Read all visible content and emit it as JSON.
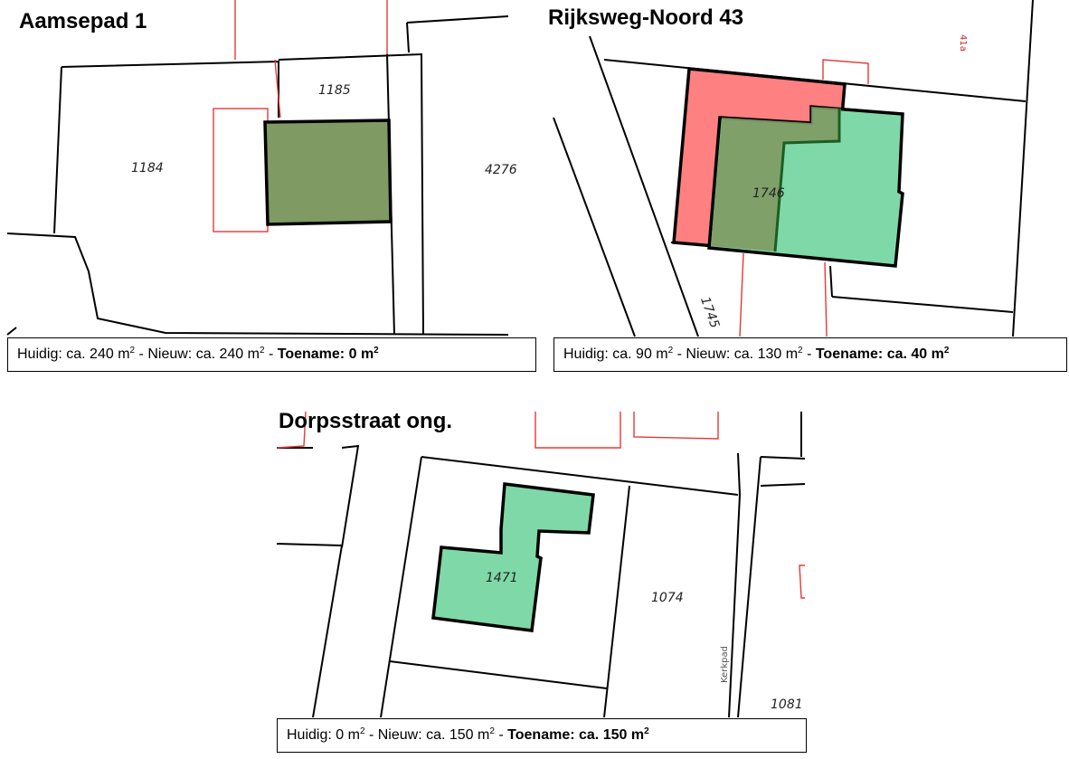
{
  "panels": [
    {
      "title": "Aamsepad 1",
      "parcels": [
        "1184",
        "1185",
        "4276"
      ],
      "caption": {
        "current_label": "Huidig:",
        "current_value": "ca. 240 m",
        "new_label": "Nieuw:",
        "new_value": "ca. 240 m",
        "increase_label": "Toename:",
        "increase_value": "0 m",
        "unit_exp": "2",
        "sep": "-"
      }
    },
    {
      "title": "Rijksweg-Noord 43",
      "parcels": [
        "1746",
        "1745",
        "41a"
      ],
      "caption": {
        "current_label": "Huidig:",
        "current_value": "ca. 90 m",
        "new_label": "Nieuw:",
        "new_value": "ca. 130 m",
        "increase_label": "Toename:",
        "increase_value": "ca. 40 m",
        "unit_exp": "2",
        "sep": "-"
      }
    },
    {
      "title": "Dorpsstraat ong.",
      "parcels": [
        "1471",
        "1074",
        "1081"
      ],
      "street": "Kerkpad",
      "caption": {
        "current_label": "Huidig:",
        "current_value": "0 m",
        "new_label": "Nieuw:",
        "new_value": "ca. 150 m",
        "increase_label": "Toename:",
        "increase_value": "ca. 150 m",
        "unit_exp": "2",
        "sep": "-"
      }
    }
  ],
  "colors": {
    "parcel_line": "#000000",
    "building_outline": "#e53935",
    "existing_fill": "#ff8080",
    "new_fill": "#7fd8a8",
    "unchanged_fill": "#7f9a62"
  }
}
